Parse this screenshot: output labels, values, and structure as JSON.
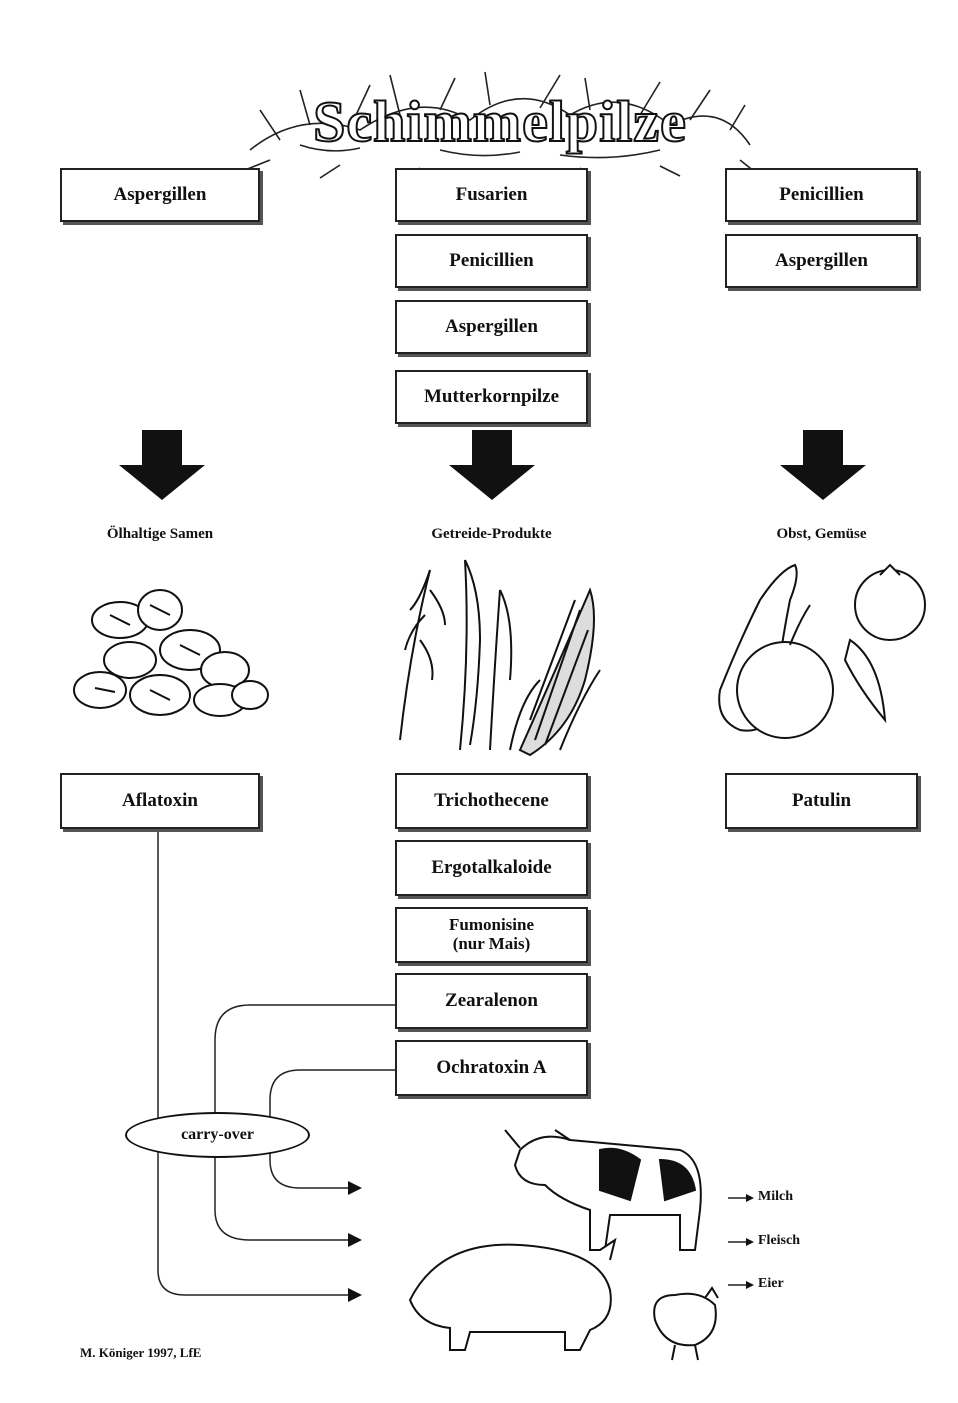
{
  "title": "Schimmelpilze",
  "columns": {
    "left": {
      "fungi": [
        "Aspergillen"
      ],
      "category": "Ölhaltige Samen",
      "toxins": [
        "Aflatoxin"
      ]
    },
    "center": {
      "fungi": [
        "Fusarien",
        "Penicillien",
        "Aspergillen",
        "Mutterkornpilze"
      ],
      "category": "Getreide-Produkte",
      "toxins": [
        "Trichothecene",
        "Ergotalkaloide",
        "Fumonisine (nur Mais)",
        "Zearalenon",
        "Ochratoxin A"
      ]
    },
    "right": {
      "fungi": [
        "Penicillien",
        "Aspergillen"
      ],
      "category": "Obst, Gemüse",
      "toxins": [
        "Patulin"
      ]
    }
  },
  "carry_over": "carry-over",
  "products": [
    "Milch",
    "Fleisch",
    "Eier"
  ],
  "credit": "M. Königer 1997, LfE",
  "icons": {
    "seeds": "seeds-illustration",
    "grain": "grain-illustration",
    "fruit": "fruit-illustration",
    "animals": "farm-animals-illustration"
  }
}
